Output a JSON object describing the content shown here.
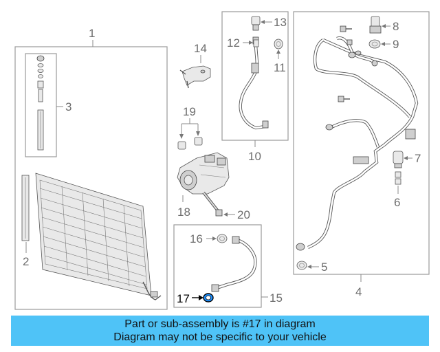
{
  "callouts": {
    "c1": "1",
    "c2": "2",
    "c3": "3",
    "c4": "4",
    "c5": "5",
    "c6": "6",
    "c7": "7",
    "c8": "8",
    "c9": "9",
    "c10": "10",
    "c11": "11",
    "c12": "12",
    "c13": "13",
    "c14": "14",
    "c15": "15",
    "c16": "16",
    "c17": "17",
    "c18": "18",
    "c19": "19",
    "c20": "20"
  },
  "highlight_color": "#1e90ff",
  "banner": {
    "line1": "Part or sub-assembly is #17 in diagram",
    "line2": "Diagram may not be specific to your vehicle",
    "color": "#4fc3f7"
  }
}
